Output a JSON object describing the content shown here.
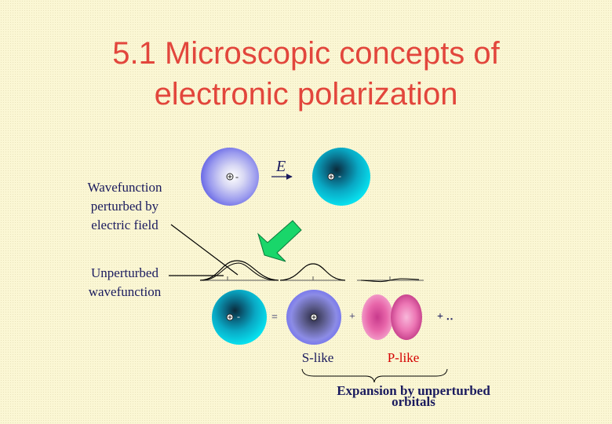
{
  "title": {
    "line1": "5.1 Microscopic concepts of",
    "line2": "electronic polarization"
  },
  "labels": {
    "field": "E",
    "perturbed_line1": "Wavefunction",
    "perturbed_line2": "perturbed by",
    "perturbed_line3": "electric field",
    "unperturbed_line1": "Unperturbed",
    "unperturbed_line2": "wavefunction",
    "s_like": "S-like",
    "p_like": "P-like",
    "expansion_line1": "Expansion by unperturbed",
    "expansion_line2": "orbitals"
  },
  "equation": {
    "equals": "=",
    "plus": "+",
    "plus_more": "+ ‥"
  },
  "colors": {
    "title": "#e2463c",
    "label_text": "#1a1a5e",
    "s_like": "#1a1a5e",
    "p_like": "#d40000",
    "orbital_cyan": "#00cfe0",
    "orbital_blue": "#6a6ae6",
    "lobe_pink": "#f07ab4",
    "arrow_green": "#19d66a"
  }
}
